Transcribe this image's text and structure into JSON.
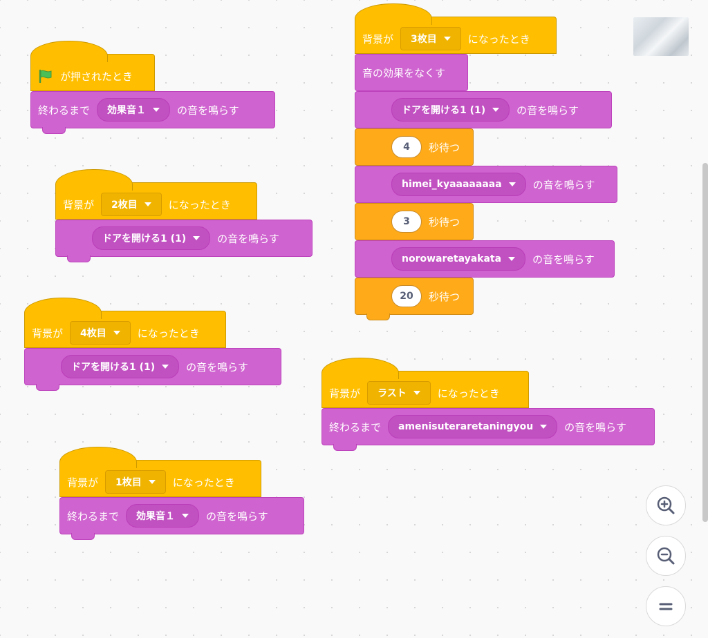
{
  "stage_thumbnail": {
    "icon": "stage-thumbnail"
  },
  "colors": {
    "event": "#ffbf00",
    "sound": "#cf63cf",
    "control": "#ffab19"
  },
  "script1": {
    "hat_label": "が押されたとき",
    "play_until": {
      "prefix": "終わるまで",
      "sound": "効果音１",
      "suffix": "の音を鳴らす"
    }
  },
  "script2": {
    "hat": {
      "prefix": "背景が",
      "backdrop": "2枚目",
      "suffix": "になったとき"
    },
    "play": {
      "sound": "ドアを開ける1 (1)",
      "suffix": "の音を鳴らす"
    }
  },
  "script3": {
    "hat": {
      "prefix": "背景が",
      "backdrop": "4枚目",
      "suffix": "になったとき"
    },
    "play": {
      "sound": "ドアを開ける1 (1)",
      "suffix": "の音を鳴らす"
    }
  },
  "script4": {
    "hat": {
      "prefix": "背景が",
      "backdrop": "1枚目",
      "suffix": "になったとき"
    },
    "play_until": {
      "prefix": "終わるまで",
      "sound": "効果音１",
      "suffix": "の音を鳴らす"
    }
  },
  "script5": {
    "hat": {
      "prefix": "背景が",
      "backdrop": "3枚目",
      "suffix": "になったとき"
    },
    "clear_effects": "音の効果をなくす",
    "play1": {
      "sound": "ドアを開ける1 (1)",
      "suffix": "の音を鳴らす"
    },
    "wait1": {
      "value": "4",
      "suffix": "秒待つ"
    },
    "play2": {
      "sound": "himei_kyaaaaaaaa",
      "suffix": "の音を鳴らす"
    },
    "wait2": {
      "value": "3",
      "suffix": "秒待つ"
    },
    "play3": {
      "sound": "norowaretayakata",
      "suffix": "の音を鳴らす"
    },
    "wait3": {
      "value": "20",
      "suffix": "秒待つ"
    }
  },
  "script6": {
    "hat": {
      "prefix": "背景が",
      "backdrop": "ラスト",
      "suffix": "になったとき"
    },
    "play_until": {
      "prefix": "終わるまで",
      "sound": "amenisuteraretaningyou",
      "suffix": "の音を鳴らす"
    }
  },
  "zoom": {
    "in_icon": "zoom-in-icon",
    "out_icon": "zoom-out-icon",
    "reset_icon": "zoom-reset-icon"
  }
}
